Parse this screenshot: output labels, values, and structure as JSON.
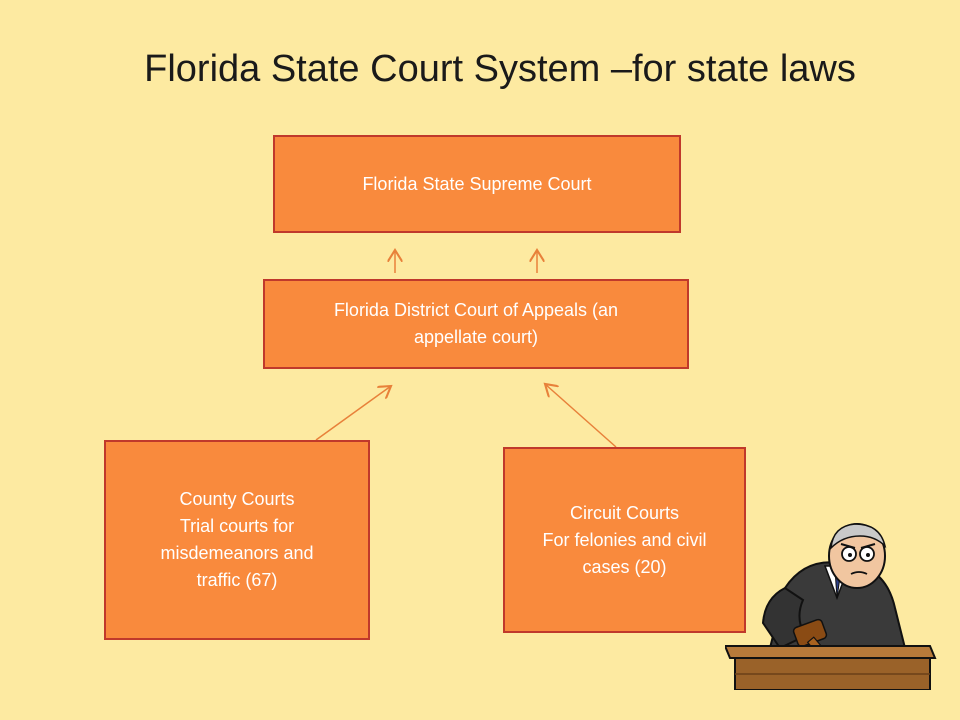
{
  "title": "Florida State Court System –for state laws",
  "boxes": {
    "supreme": {
      "line1": "Florida State Supreme Court"
    },
    "district": {
      "line1": "Florida District Court of Appeals (an",
      "line2": "appellate court)"
    },
    "county": {
      "line1": "County Courts",
      "line2": "Trial courts for",
      "line3": "misdemeanors and",
      "line4": "traffic (67)"
    },
    "circuit": {
      "line1": "Circuit Courts",
      "line2": "For felonies and civil",
      "line3": "cases (20)"
    }
  },
  "colors": {
    "background": "#fdeaa1",
    "box_fill": "#f98a3d",
    "box_border": "#c0392b",
    "arrow": "#e8813a"
  },
  "icons": [
    "judge-with-gavel-clipart",
    "arrow-up-icon"
  ]
}
